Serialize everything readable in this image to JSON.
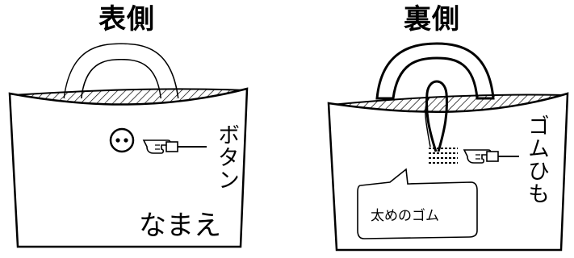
{
  "front": {
    "title": "表側",
    "button_label": "ボタン",
    "name_label": "なまえ"
  },
  "back": {
    "title": "裏側",
    "cord_label": "ゴムひも",
    "callout_text": "太めのゴム"
  },
  "icons": [
    "hand-pointer-icon",
    "button-icon",
    "elastic-loop-icon"
  ]
}
